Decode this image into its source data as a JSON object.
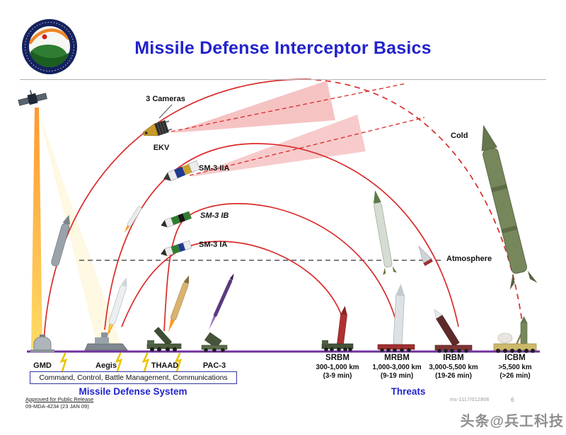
{
  "header": {
    "title": "Missile Defense Interceptor Basics"
  },
  "diagram": {
    "cameras_label": "3 Cameras",
    "ekv_label": "EKV",
    "sm3_iia_label": "SM-3 IIA",
    "sm3_ib_label": "SM-3 IB",
    "sm3_ia_label": "SM-3 IA",
    "cold_label": "Cold",
    "atmosphere_label": "Atmosphere"
  },
  "defense": {
    "section_title": "Missile Defense System",
    "command_box": "Command, Control, Battle Management, Communications",
    "systems": [
      {
        "label": "GMD"
      },
      {
        "label": "Aegis"
      },
      {
        "label": "THAAD"
      },
      {
        "label": "PAC-3"
      }
    ]
  },
  "threats": {
    "section_title": "Threats",
    "items": [
      {
        "label": "SRBM",
        "range": "300-1,000 km",
        "time": "(3-9 min)"
      },
      {
        "label": "MRBM",
        "range": "1,000-3,000 km",
        "time": "(9-19 min)"
      },
      {
        "label": "IRBM",
        "range": "3,000-5,500 km",
        "time": "(19-26 min)"
      },
      {
        "label": "ICBM",
        "range": ">5,500 km",
        "time": "(>26 min)"
      }
    ]
  },
  "footer": {
    "approval_line1": "Approved for Public Release",
    "approval_line2": "09-MDA-4234 (23 JAN 09)",
    "doc_ref": "ms-1117/012806",
    "page_number": "6",
    "watermark": "头条@兵工科技"
  },
  "icons": {
    "mda-logo": "agency-seal-circle",
    "satellite-icon": "satellite-with-panels",
    "aegis-ship-icon": "navy-ship-silhouette",
    "gmd-silo-icon": "ground-silo-dome",
    "thaad-launcher-icon": "truck-launcher",
    "pac3-launcher-icon": "truck-launcher",
    "srbm-launcher-icon": "mobile-launcher",
    "mrbm-launcher-icon": "mobile-launcher",
    "irbm-launcher-icon": "mobile-launcher",
    "icbm-launcher-icon": "mobile-launcher"
  },
  "colors": {
    "title_blue": "#2222cc",
    "trajectory_red": "#d92b2b",
    "ground_purple": "#7030a0",
    "sensor_beam_orange": "#ff9324"
  }
}
